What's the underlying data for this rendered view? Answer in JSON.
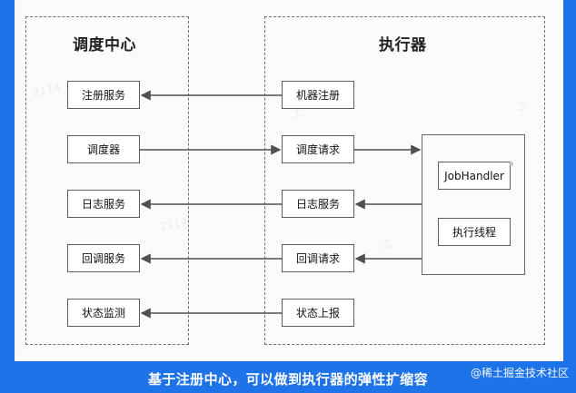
{
  "diagram": {
    "left_panel": {
      "title": "调度中心",
      "items": [
        "注册服务",
        "调度器",
        "日志服务",
        "回调服务",
        "状态监测"
      ]
    },
    "right_panel": {
      "title": "执行器",
      "items": [
        "机器注册",
        "调度请求",
        "日志服务",
        "回调请求",
        "状态上报"
      ],
      "group": [
        "JobHandler",
        "执行线程"
      ]
    }
  },
  "caption": "基于注册中心，可以做到执行器的弹性扩缩容",
  "brand": "@稀土掘金技术社区",
  "colors": {
    "background": "#1e73e8",
    "canvas": "#fbfbfb",
    "line": "#4f4f4f",
    "box_border": "#5e5e5e",
    "text": "#111111"
  },
  "arrows": [
    {
      "from": "机器注册",
      "to": "注册服务",
      "direction": "left"
    },
    {
      "from": "调度器",
      "to": "调度请求",
      "direction": "right"
    },
    {
      "from": "日志服务",
      "to": "日志服务",
      "direction": "left"
    },
    {
      "from": "回调请求",
      "to": "回调服务",
      "direction": "left"
    },
    {
      "from": "状态上报",
      "to": "状态监测",
      "direction": "left"
    },
    {
      "from": "调度请求",
      "to": "JobHandler",
      "direction": "right"
    },
    {
      "from": "JobHandler",
      "to": "日志服务",
      "direction": "left"
    },
    {
      "from": "JobHandler",
      "to": "回调请求",
      "direction": "left"
    }
  ]
}
